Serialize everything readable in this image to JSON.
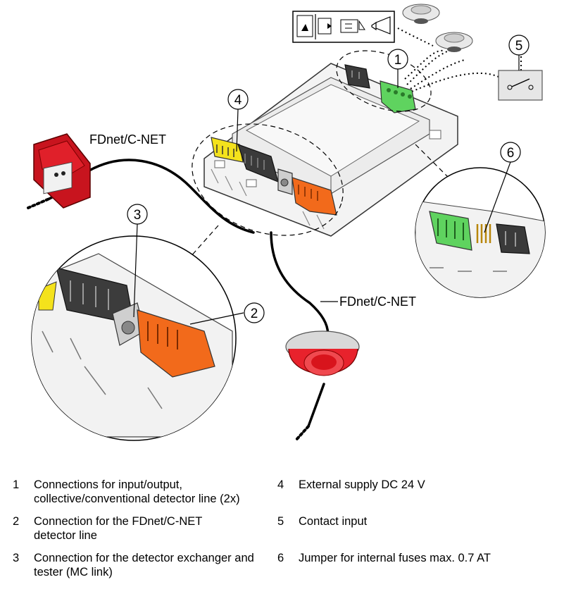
{
  "wire_labels": {
    "upper": "FDnet/C-NET",
    "lower": "FDnet/C-NET"
  },
  "callouts": [
    "1",
    "2",
    "3",
    "4",
    "5",
    "6"
  ],
  "legend": [
    {
      "num": "1",
      "text": "Connections for input/output, collective/conventional detector line (2x)"
    },
    {
      "num": "2",
      "text": "Connection for the FDnet/C-NET detector line"
    },
    {
      "num": "3",
      "text": "Connection for the detector exchanger and tester (MC link)"
    },
    {
      "num": "4",
      "text": "External supply DC 24 V"
    },
    {
      "num": "5",
      "text": "Contact input"
    },
    {
      "num": "6",
      "text": "Jumper for internal fuses max. 0.7 AT"
    }
  ],
  "colors": {
    "terminal_green": "#5fd35f",
    "terminal_orange": "#f26a1b",
    "terminal_yellow": "#f4e21c",
    "terminal_dark": "#3a3a3a",
    "call_point_red": "#e0202a",
    "sounder_red": "#e8222c"
  },
  "icons": [
    "manual-call-point-icon",
    "smoke-detector-icon",
    "sounder-icon",
    "contact-switch-icon",
    "door-holder-icon"
  ]
}
